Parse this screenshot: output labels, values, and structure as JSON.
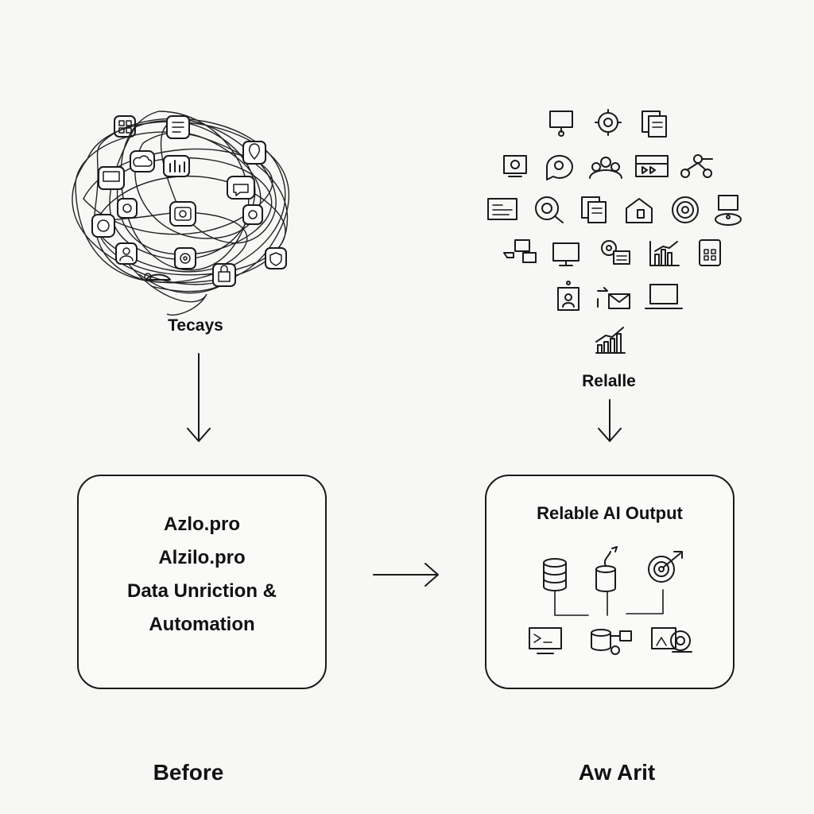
{
  "left_cluster": {
    "label": "Tecays"
  },
  "right_cluster": {
    "label": "Relalle"
  },
  "left_box": {
    "lines": [
      "Azlo.pro",
      "Alzilo.pro",
      "Data Unriction &",
      "Automation"
    ]
  },
  "right_box": {
    "title": "Relable AI Output"
  },
  "captions": {
    "before": "Before",
    "after": "Aw Arit"
  },
  "icons": {
    "left_cluster": [
      "grid-icon",
      "document-icon",
      "location-pin-icon",
      "monitor-icon",
      "cloud-icon",
      "chart-icon",
      "camera-icon",
      "chat-icon",
      "tag-icon",
      "lock-icon",
      "settings-icon",
      "gear-icon",
      "smile-icon",
      "people-icon",
      "shield-icon"
    ],
    "right_cluster": [
      "monitor-stand-icon",
      "gear-icon",
      "documents-icon",
      "settings-screen-icon",
      "chat-target-icon",
      "team-icon",
      "media-player-icon",
      "network-icon",
      "dashboard-icon",
      "search-icon",
      "file-copy-icon",
      "package-icon",
      "target-icon",
      "user-screen-icon",
      "presentation-icon",
      "desktop-icon",
      "gear-document-icon",
      "bar-chart-icon",
      "clipboard-grid-icon",
      "id-card-icon",
      "email-transfer-icon",
      "laptop-icon",
      "growth-chart-icon"
    ],
    "right_box": [
      "database-icon",
      "cylinder-arrow-icon",
      "target-arrow-icon",
      "terminal-icon",
      "data-flow-icon",
      "vision-icon"
    ]
  }
}
